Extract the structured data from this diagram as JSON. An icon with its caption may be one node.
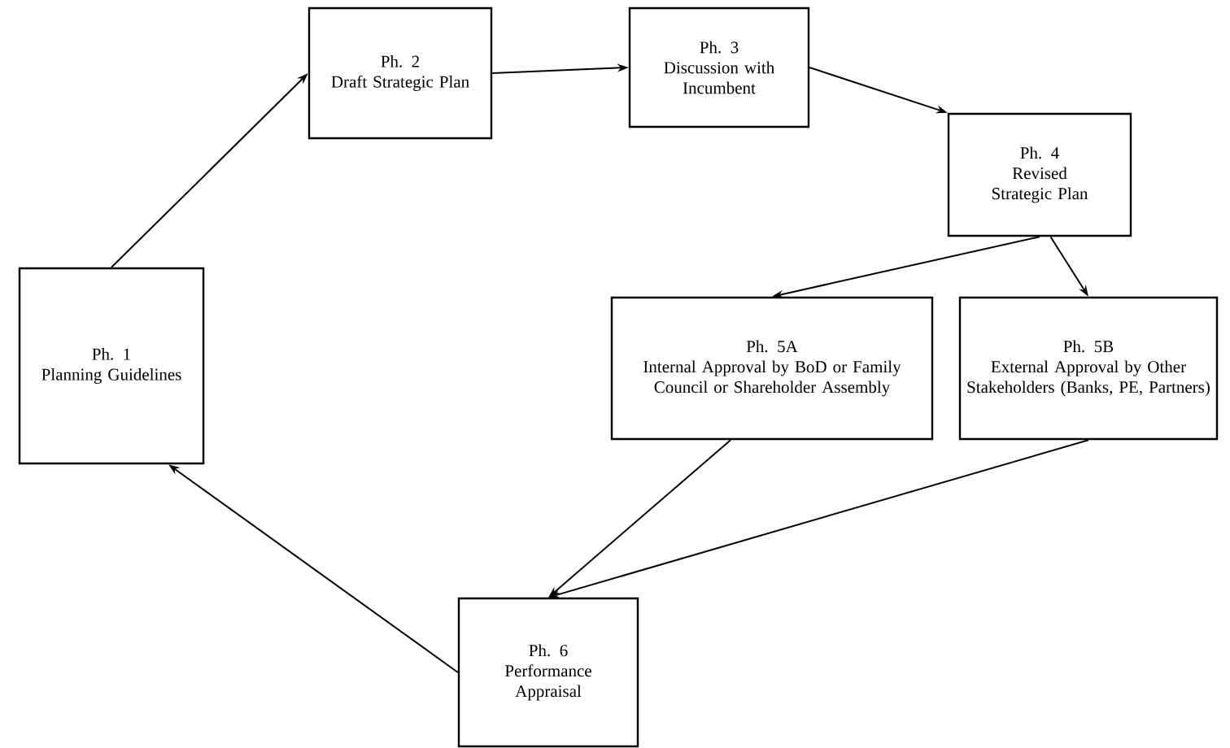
{
  "diagram": {
    "nodes": [
      {
        "text": [
          "Ph. 1",
          "Planning Guidelines"
        ]
      },
      {
        "text": [
          "Ph. 2",
          "Draft Strategic Plan"
        ]
      },
      {
        "text": [
          "Ph. 3",
          "Discussion with Incumbent"
        ]
      },
      {
        "text": [
          "Ph. 4",
          "Revised Strategic Plan"
        ]
      },
      {
        "text": [
          "Ph. 5A",
          "Internal Approval by BoD or Family Council or Shareholder Assembly"
        ]
      },
      {
        "text": [
          "Ph. 5B",
          "External Approval by Other Stakeholders (Banks, PE, Partners)"
        ]
      },
      {
        "text": [
          "Ph. 6",
          "Performance Appraisal"
        ]
      }
    ],
    "edges": [
      {
        "from": 0,
        "to": 1,
        "arrow": "to"
      },
      {
        "from": 1,
        "to": 2,
        "arrow": "to"
      },
      {
        "from": 2,
        "to": 3,
        "arrow": "to"
      },
      {
        "from": 3,
        "to": 4,
        "arrow": "to"
      },
      {
        "from": 3,
        "to": 5,
        "arrow": "to"
      },
      {
        "from": 4,
        "to": 6,
        "arrow": "to"
      },
      {
        "from": 5,
        "to": 6,
        "arrow": "to"
      },
      {
        "from": 6,
        "to": 0,
        "arrow": "to"
      }
    ]
  }
}
